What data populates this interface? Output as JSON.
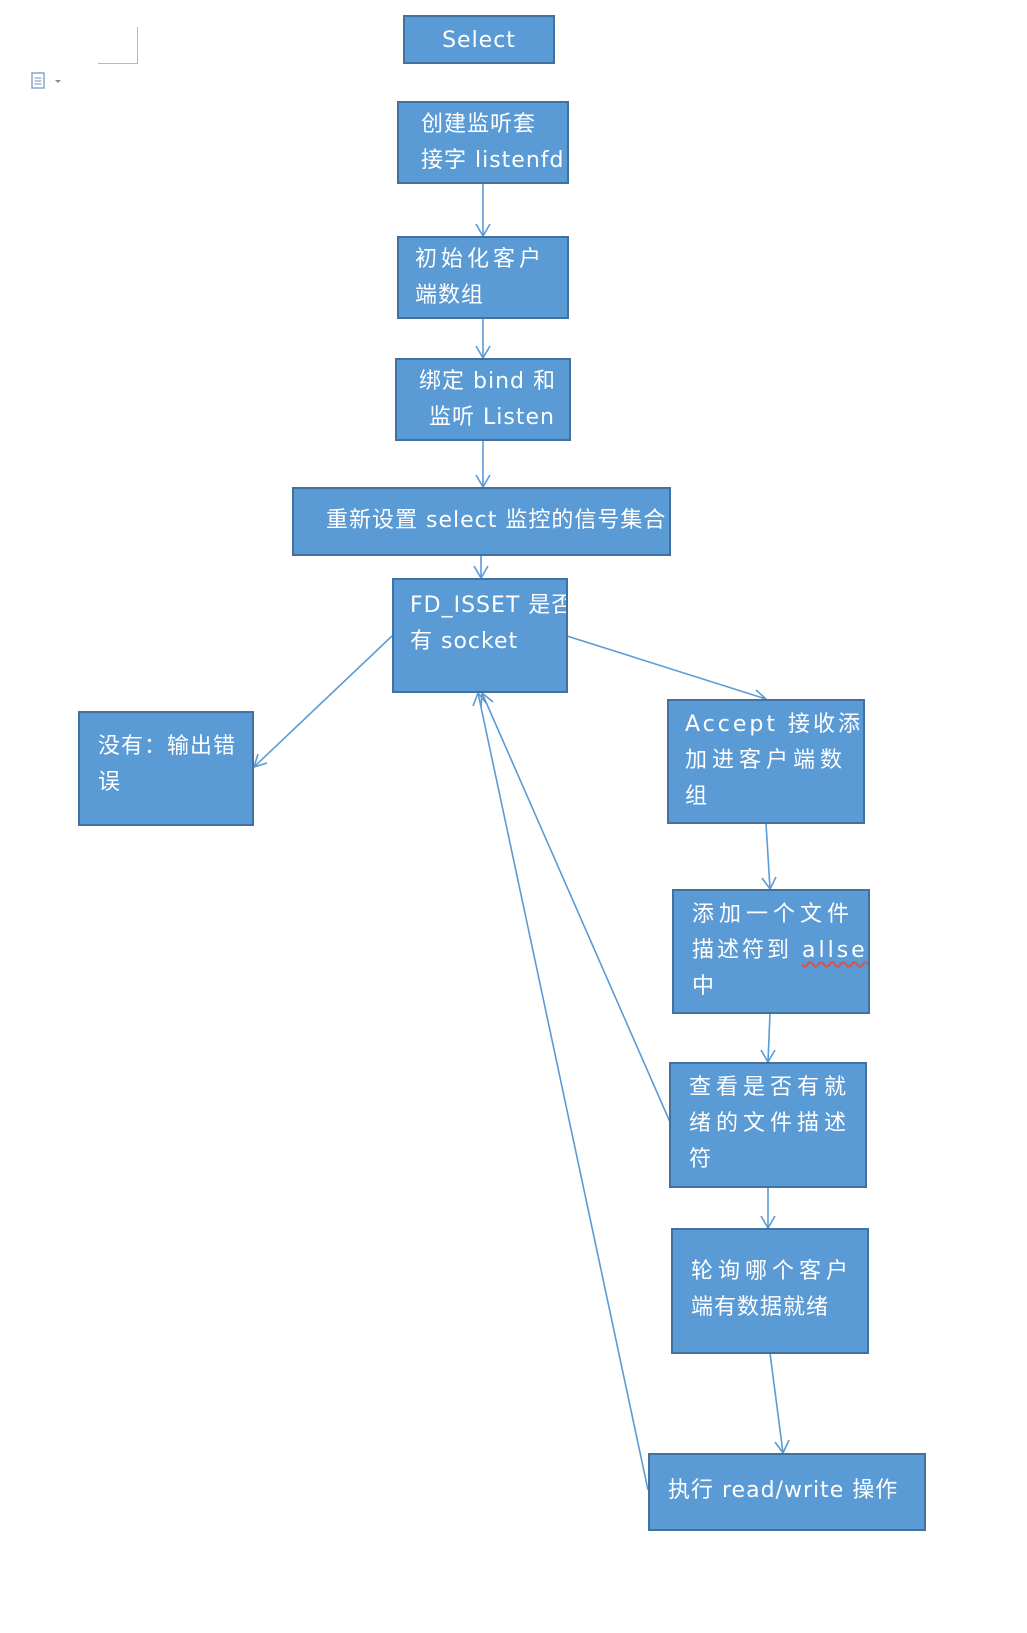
{
  "colors": {
    "box_fill": "#5b9bd5",
    "box_border": "#41719c",
    "arrow": "#5b9bd5",
    "text": "#ffffff"
  },
  "icons": [
    "document-options-icon",
    "dropdown-caret-icon"
  ],
  "nodes": {
    "select": {
      "text": "Select"
    },
    "create_socket": {
      "line1": "创建监听套",
      "line2": "接字 listenfd"
    },
    "init_clients": {
      "line1": "初始化客户",
      "line2": "端数组"
    },
    "bind_listen": {
      "line1": "绑定 bind 和",
      "line2": "监听 Listen"
    },
    "reset_select": {
      "text": "重新设置 select 监控的信号集合"
    },
    "fd_isset": {
      "line1": "FD_ISSET 是否",
      "line2": "有 socket"
    },
    "no_error": {
      "line1": "没有：输出错",
      "line2": "误"
    },
    "accept": {
      "line1": "Accept 接收添",
      "line2": "加进客户端数",
      "line3": "组"
    },
    "add_fd": {
      "line1": "添加一个文件",
      "line2_prefix": "描述符到 ",
      "line2_word": "allset",
      "line3": "中"
    },
    "check_ready": {
      "line1": "查看是否有就",
      "line2": "绪的文件描述",
      "line3": "符"
    },
    "poll_clients": {
      "line1": "轮询哪个客户",
      "line2": "端有数据就绪"
    },
    "read_write": {
      "text": "执行 read/write 操作"
    }
  }
}
